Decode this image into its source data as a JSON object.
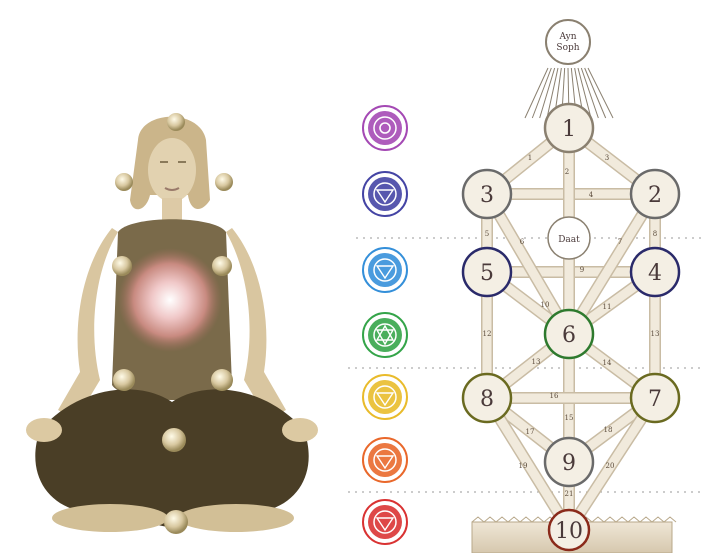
{
  "diagram": {
    "ayn_soph_lines": [
      "Ayn",
      "Soph"
    ],
    "daat_label": "Daat",
    "sephirot": [
      {
        "label": "1",
        "ring": "#8a8070"
      },
      {
        "label": "2",
        "ring": "#6a6a6a"
      },
      {
        "label": "3",
        "ring": "#6a6a6a"
      },
      {
        "label": "4",
        "ring": "#2a2a6a"
      },
      {
        "label": "5",
        "ring": "#2a2a6a"
      },
      {
        "label": "6",
        "ring": "#2e7a2e"
      },
      {
        "label": "7",
        "ring": "#6a6a20"
      },
      {
        "label": "8",
        "ring": "#6a6a20"
      },
      {
        "label": "9",
        "ring": "#6a6a6a"
      },
      {
        "label": "10",
        "ring": "#8a2a1a"
      }
    ],
    "paths": [
      "1",
      "2",
      "3",
      "4",
      "5",
      "6",
      "7",
      "8",
      "9",
      "10",
      "11",
      "12",
      "13",
      "13",
      "14",
      "15",
      "16",
      "17",
      "18",
      "19",
      "20",
      "21"
    ],
    "chakras": [
      {
        "name": "crown-chakra-icon",
        "color": "#a040b0"
      },
      {
        "name": "third-eye-chakra-icon",
        "color": "#3a3aa0"
      },
      {
        "name": "throat-chakra-icon",
        "color": "#2a8ad8"
      },
      {
        "name": "heart-chakra-icon",
        "color": "#2aa040"
      },
      {
        "name": "solar-plexus-chakra-icon",
        "color": "#e8b820"
      },
      {
        "name": "sacral-chakra-icon",
        "color": "#e86020"
      },
      {
        "name": "root-chakra-icon",
        "color": "#d82828"
      }
    ]
  }
}
